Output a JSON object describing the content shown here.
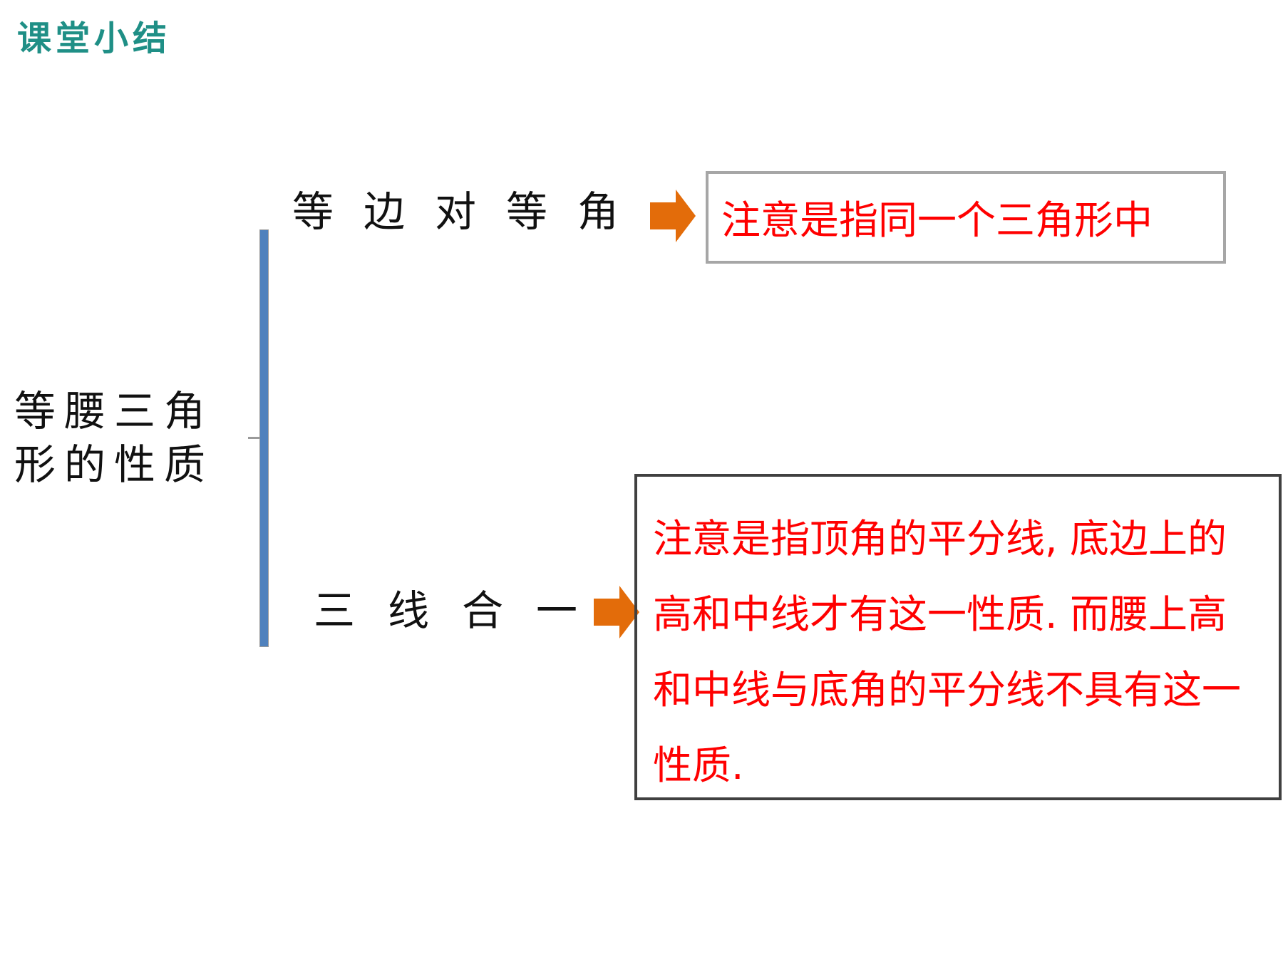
{
  "heading": "课堂小结",
  "topic": {
    "line1": "等腰三角",
    "line2": "形的性质"
  },
  "branches": [
    {
      "label": "等边对等角",
      "note": "注意是指同一个三角形中"
    },
    {
      "label": "三线合一",
      "note": "注意是指顶角的平分线, 底边上的高和中线才有这一性质. 而腰上高和中线与底角的平分线不具有这一性质."
    }
  ],
  "colors": {
    "heading": "#1f8f86",
    "bracket": "#4f81bd",
    "arrow": "#e36c0a",
    "note_text": "#ff0000",
    "note_border_top": "#a6a6a6",
    "note_border_bottom": "#404040"
  },
  "icons": {
    "arrow": "right-block-arrow-icon"
  }
}
